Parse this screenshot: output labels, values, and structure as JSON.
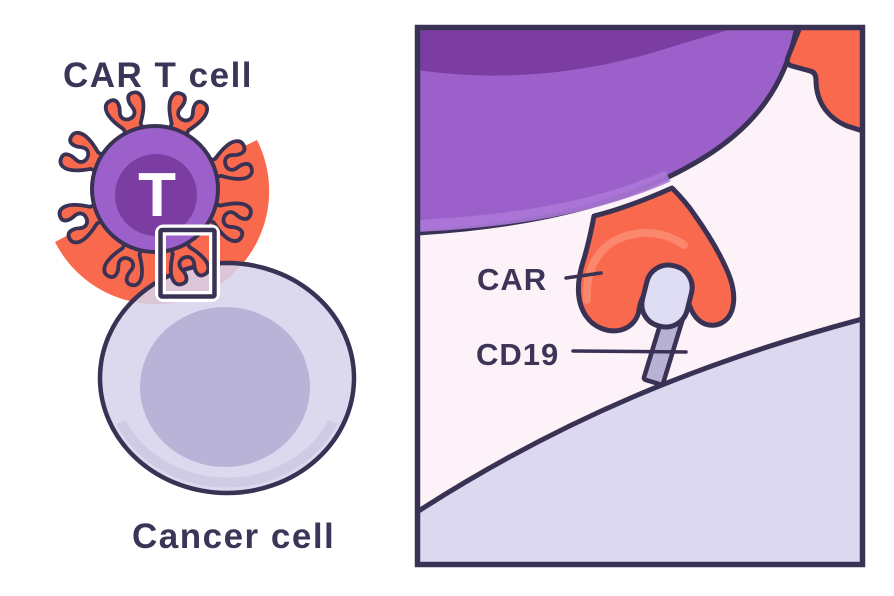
{
  "figure": {
    "left_panel": {
      "t_cell_title": "CAR T cell",
      "t_cell_marker": "T",
      "cancer_cell_title": "Cancer cell"
    },
    "inset_panel": {
      "car_label": "CAR",
      "cd19_label": "CD19"
    }
  },
  "colors": {
    "coral": "#F9694E",
    "coral_light": "#FB8B70",
    "purple_body": "#9B60CA",
    "purple_inner": "#7C3DA3",
    "purple_rim": "#AC78D8",
    "cancer_cell_fill": "#D7D3EB",
    "cancer_nucleus": "#B9B3D7",
    "membrane_fill": "#DBD8F0",
    "cd19_cap": "#DFDDF3",
    "cd19_stem": "#B7B1D6",
    "outline": "#3A3255",
    "panel_bg": "#FDF2F7",
    "text": "#3D3557",
    "box_halo": "#FFFFFF"
  }
}
